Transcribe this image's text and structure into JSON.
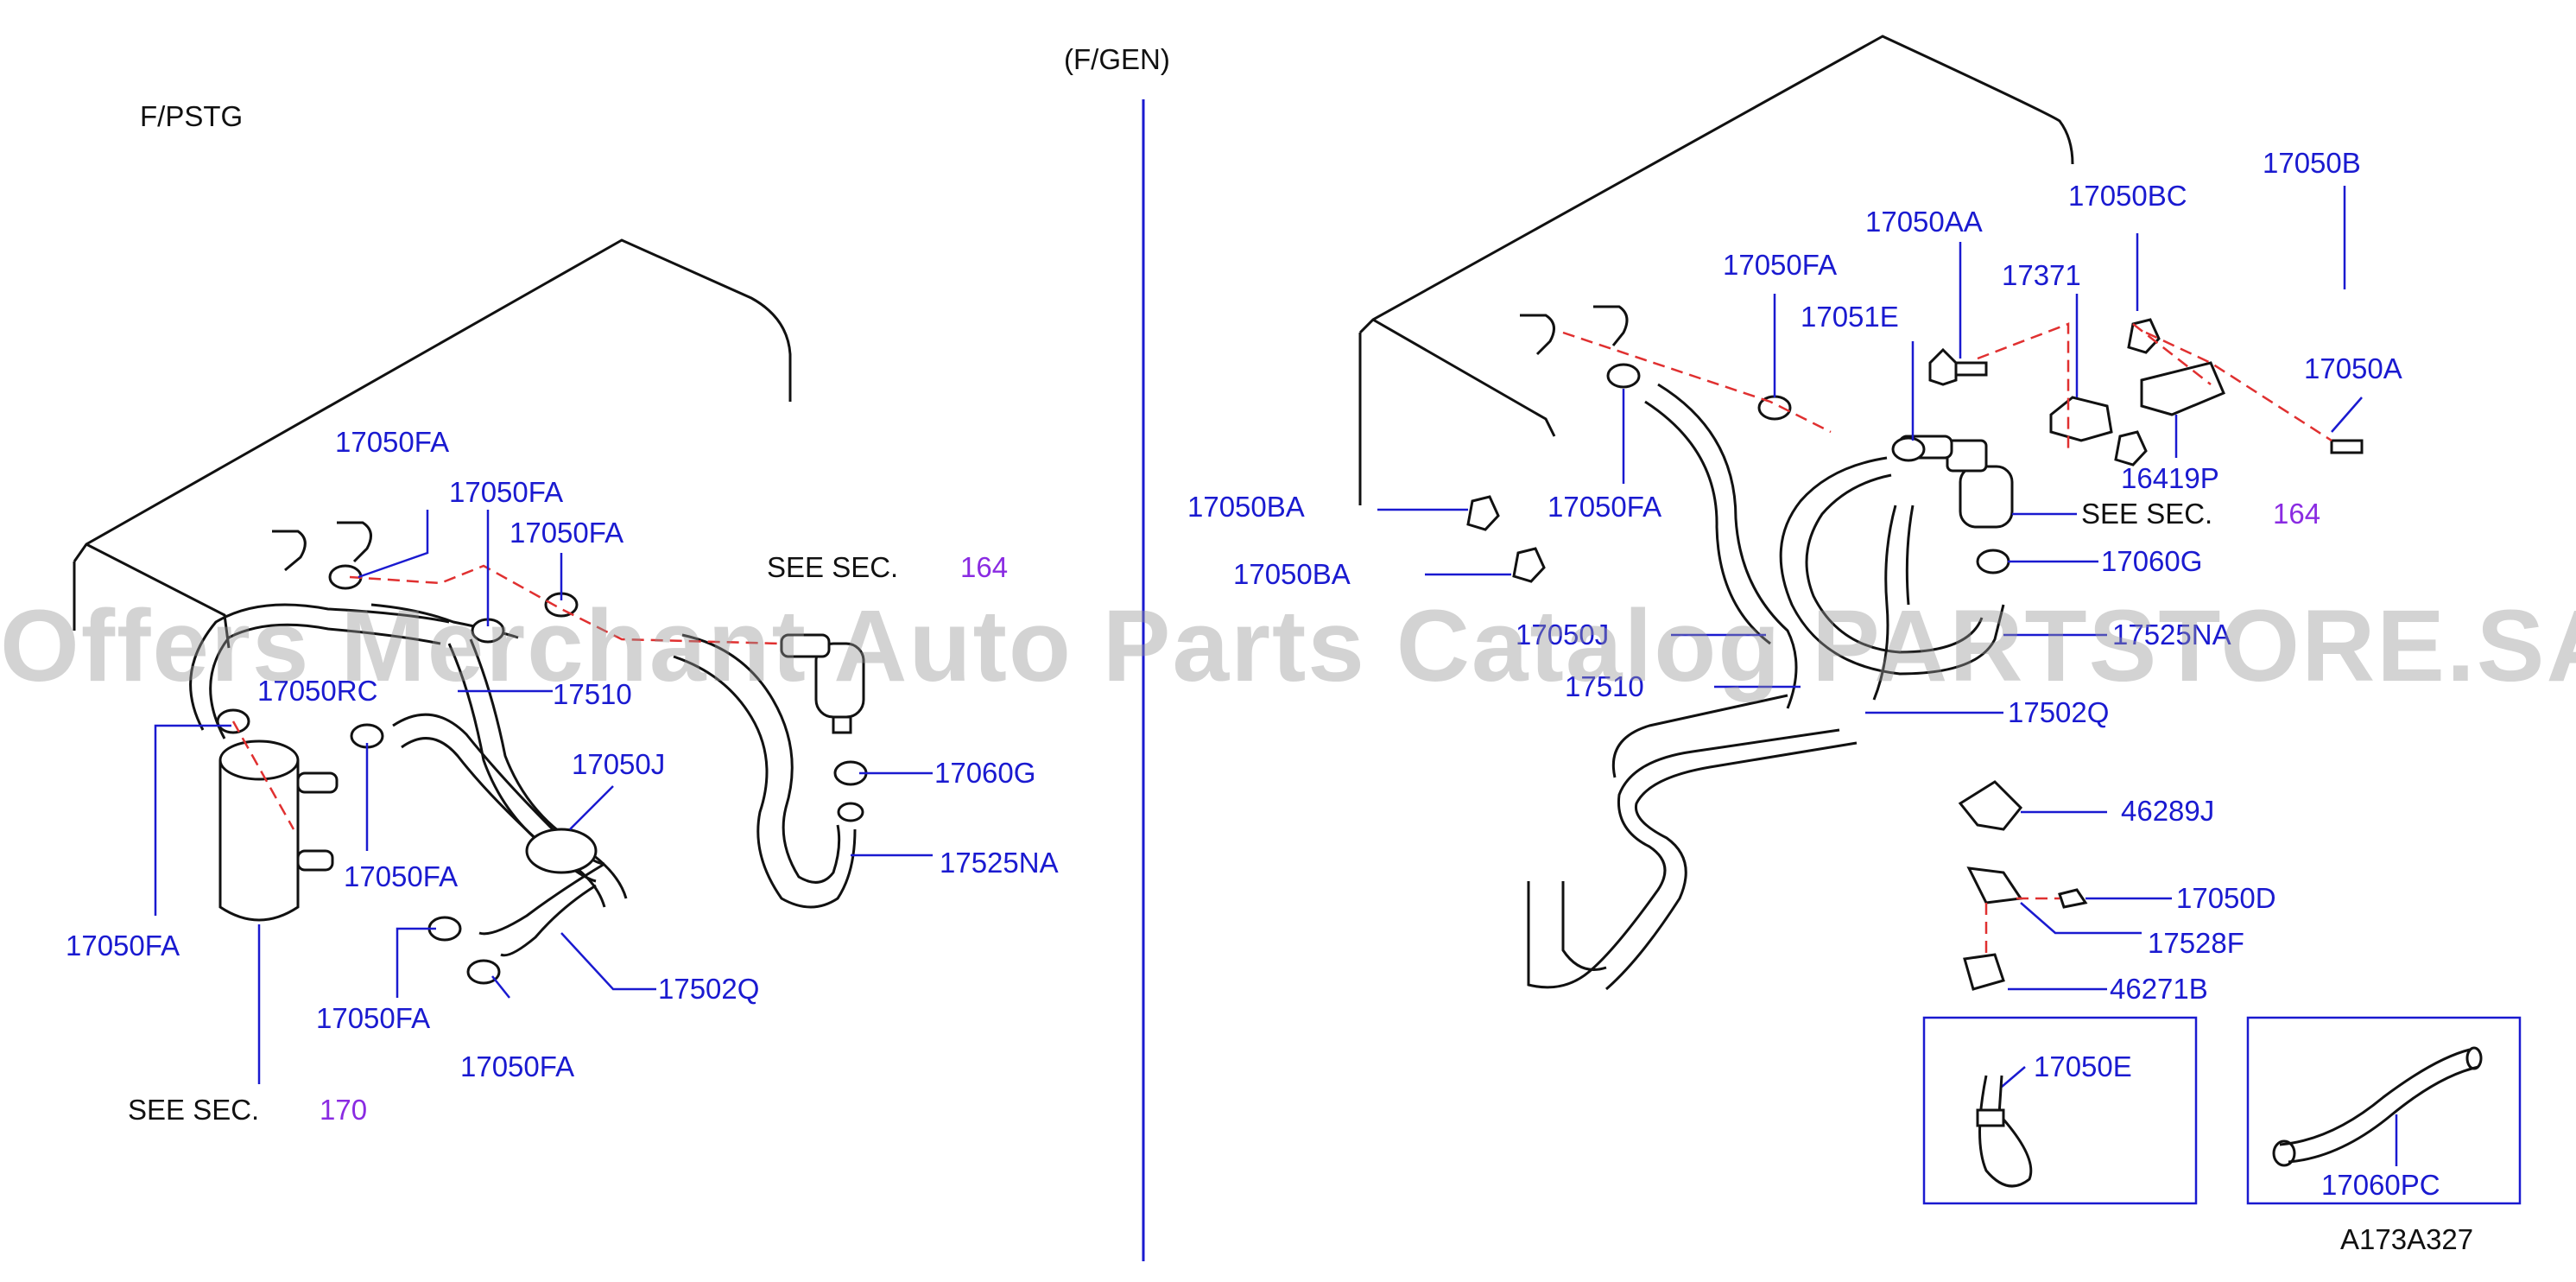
{
  "headers": {
    "left_variant": "F/PSTG",
    "right_variant": "(F/GEN)",
    "drawing_code": "A173A327"
  },
  "see_section": {
    "prefix": "SEE   SEC.",
    "left_sec_164": "164",
    "left_sec_170": "170",
    "right_sec_164": "164"
  },
  "left_parts": {
    "p1": "17050FA",
    "p2": "17050FA",
    "p3": "17050FA",
    "p4": "17050RC",
    "p5": "17510",
    "p6": "17050J",
    "p7": "17050FA",
    "p8": "17050FA",
    "p9": "17050FA",
    "p10": "17050FA",
    "p11": "17502Q",
    "p12": "17060G",
    "p13": "17525NA"
  },
  "right_parts": {
    "r1": "17050FA",
    "r2": "17050AA",
    "r3": "17050BC",
    "r4": "17050B",
    "r5": "17371",
    "r6": "17051E",
    "r7": "17050A",
    "r8": "16419P",
    "r9": "17050BA",
    "r10": "17050FA",
    "r11": "17050BA",
    "r12": "17060G",
    "r13": "17050J",
    "r14": "17525NA",
    "r15": "17510",
    "r16": "17502Q",
    "r17": "46289J",
    "r18": "17050D",
    "r19": "17528F",
    "r20": "46271B",
    "r21": "17050E",
    "r22": "17060PC"
  },
  "watermark": "Offers Merchant Auto Parts Catalog PARTSTORE.SA",
  "colors": {
    "label": "#1a1ad0",
    "section_ref": "#8a2be2",
    "leader": "#1a1ad0",
    "dashed": "#e03030",
    "outline": "#111111",
    "divider": "#1a1ad0"
  }
}
